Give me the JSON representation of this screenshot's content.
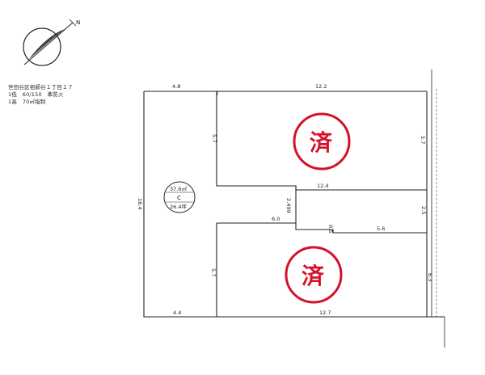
{
  "info": {
    "line1": "世田谷区祖師谷１丁目１７",
    "line2": "1低　60/150　準防火",
    "line3": "1高　70㎡指制"
  },
  "dimensions": {
    "top_left": "4.8",
    "top_right": "12.2",
    "upper_lot_left": "5.7",
    "upper_lot_right": "5.7",
    "left_side": "18.4",
    "upper_lot_bottom": "12.4",
    "passage_width": "2.499",
    "lower_lot_top": "6.0",
    "notch_height": "0.5",
    "notch_width": "5.6",
    "right_middle": "2.5",
    "lower_lot_left": "5.7",
    "lower_lot_right": "6.3",
    "bottom_left": "4.4",
    "bottom_right": "12.7"
  },
  "lot_c": {
    "area": "37.6㎡",
    "label": "C",
    "tsubo": "26.4坪"
  },
  "stamps": {
    "upper": "済",
    "lower": "済"
  },
  "compass": {
    "label": "N"
  },
  "colors": {
    "stamp": "#d6102a",
    "line": "#222222"
  }
}
